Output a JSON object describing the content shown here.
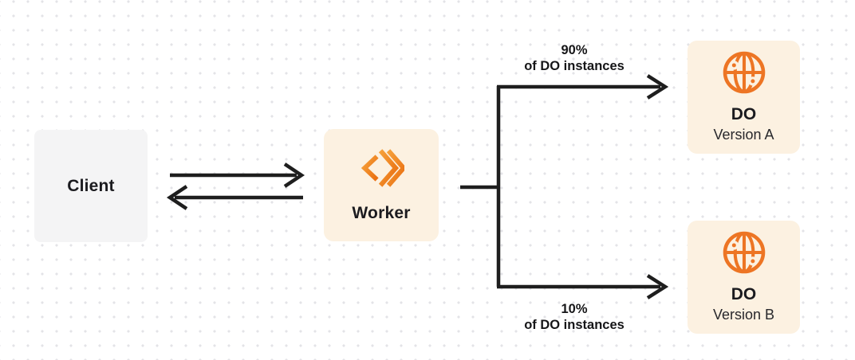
{
  "diagram": {
    "description": "Traffic split diagram: Client communicates with a Worker, which routes to two Durable Object versions",
    "nodes": {
      "client": {
        "label": "Client"
      },
      "worker": {
        "label": "Worker"
      },
      "do_a": {
        "title": "DO",
        "subtitle": "Version A"
      },
      "do_b": {
        "title": "DO",
        "subtitle": "Version B"
      }
    },
    "edges": {
      "client_worker": {
        "type": "bidirectional-arrows"
      },
      "to_a": {
        "percent": "90%",
        "caption": "of DO instances"
      },
      "to_b": {
        "percent": "10%",
        "caption": "of DO instances"
      }
    },
    "icons": {
      "worker": "workers-chevrons-icon",
      "durable_object": "globe-icon"
    },
    "colors": {
      "accent_orange": "#ED7524",
      "worker_gradient_start": "#F6A13B",
      "worker_gradient_end": "#E96D0F",
      "cream_node_bg": "#FCF1E1",
      "client_node_bg": "#F4F4F5",
      "line_dark": "#1E1E1E",
      "dot_grid": "#E3E3E7",
      "background": "#FFFFFF"
    }
  }
}
